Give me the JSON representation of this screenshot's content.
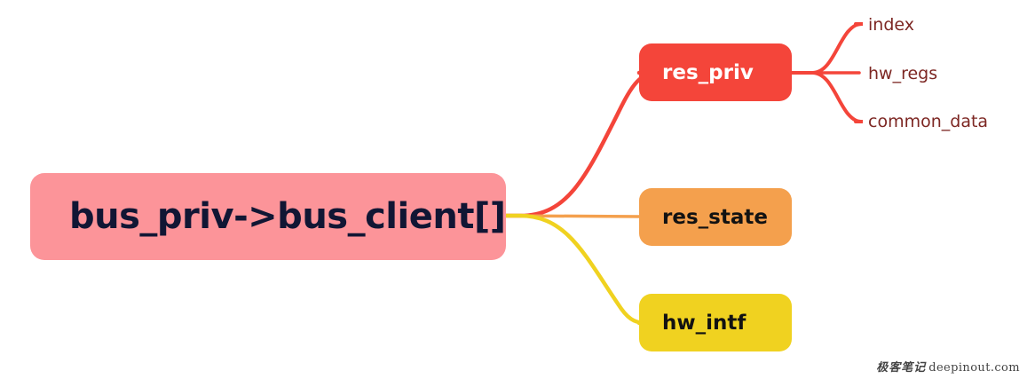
{
  "diagram": {
    "type": "mind-map",
    "background": "#ffffff",
    "root": {
      "label": "bus_priv->bus_client[]",
      "fill": "#fc9499",
      "text_color": "#111634"
    },
    "branches": [
      {
        "label": "res_priv",
        "fill": "#f4453a",
        "text_color": "#ffffff",
        "edge_color": "#f4453a",
        "children": [
          {
            "label": "index",
            "text_color": "#7d2723",
            "edge_color": "#f4453a"
          },
          {
            "label": "hw_regs",
            "text_color": "#7d2723",
            "edge_color": "#f4453a"
          },
          {
            "label": "common_data",
            "text_color": "#7d2723",
            "edge_color": "#f4453a"
          }
        ]
      },
      {
        "label": "res_state",
        "fill": "#f4a04d",
        "text_color": "#121212",
        "edge_color": "#f4a04d",
        "children": []
      },
      {
        "label": "hw_intf",
        "fill": "#f0d220",
        "text_color": "#121212",
        "edge_color": "#f0d220",
        "children": []
      }
    ]
  },
  "watermark": {
    "cn": "极客笔记",
    "domain": "deepinout.com"
  }
}
